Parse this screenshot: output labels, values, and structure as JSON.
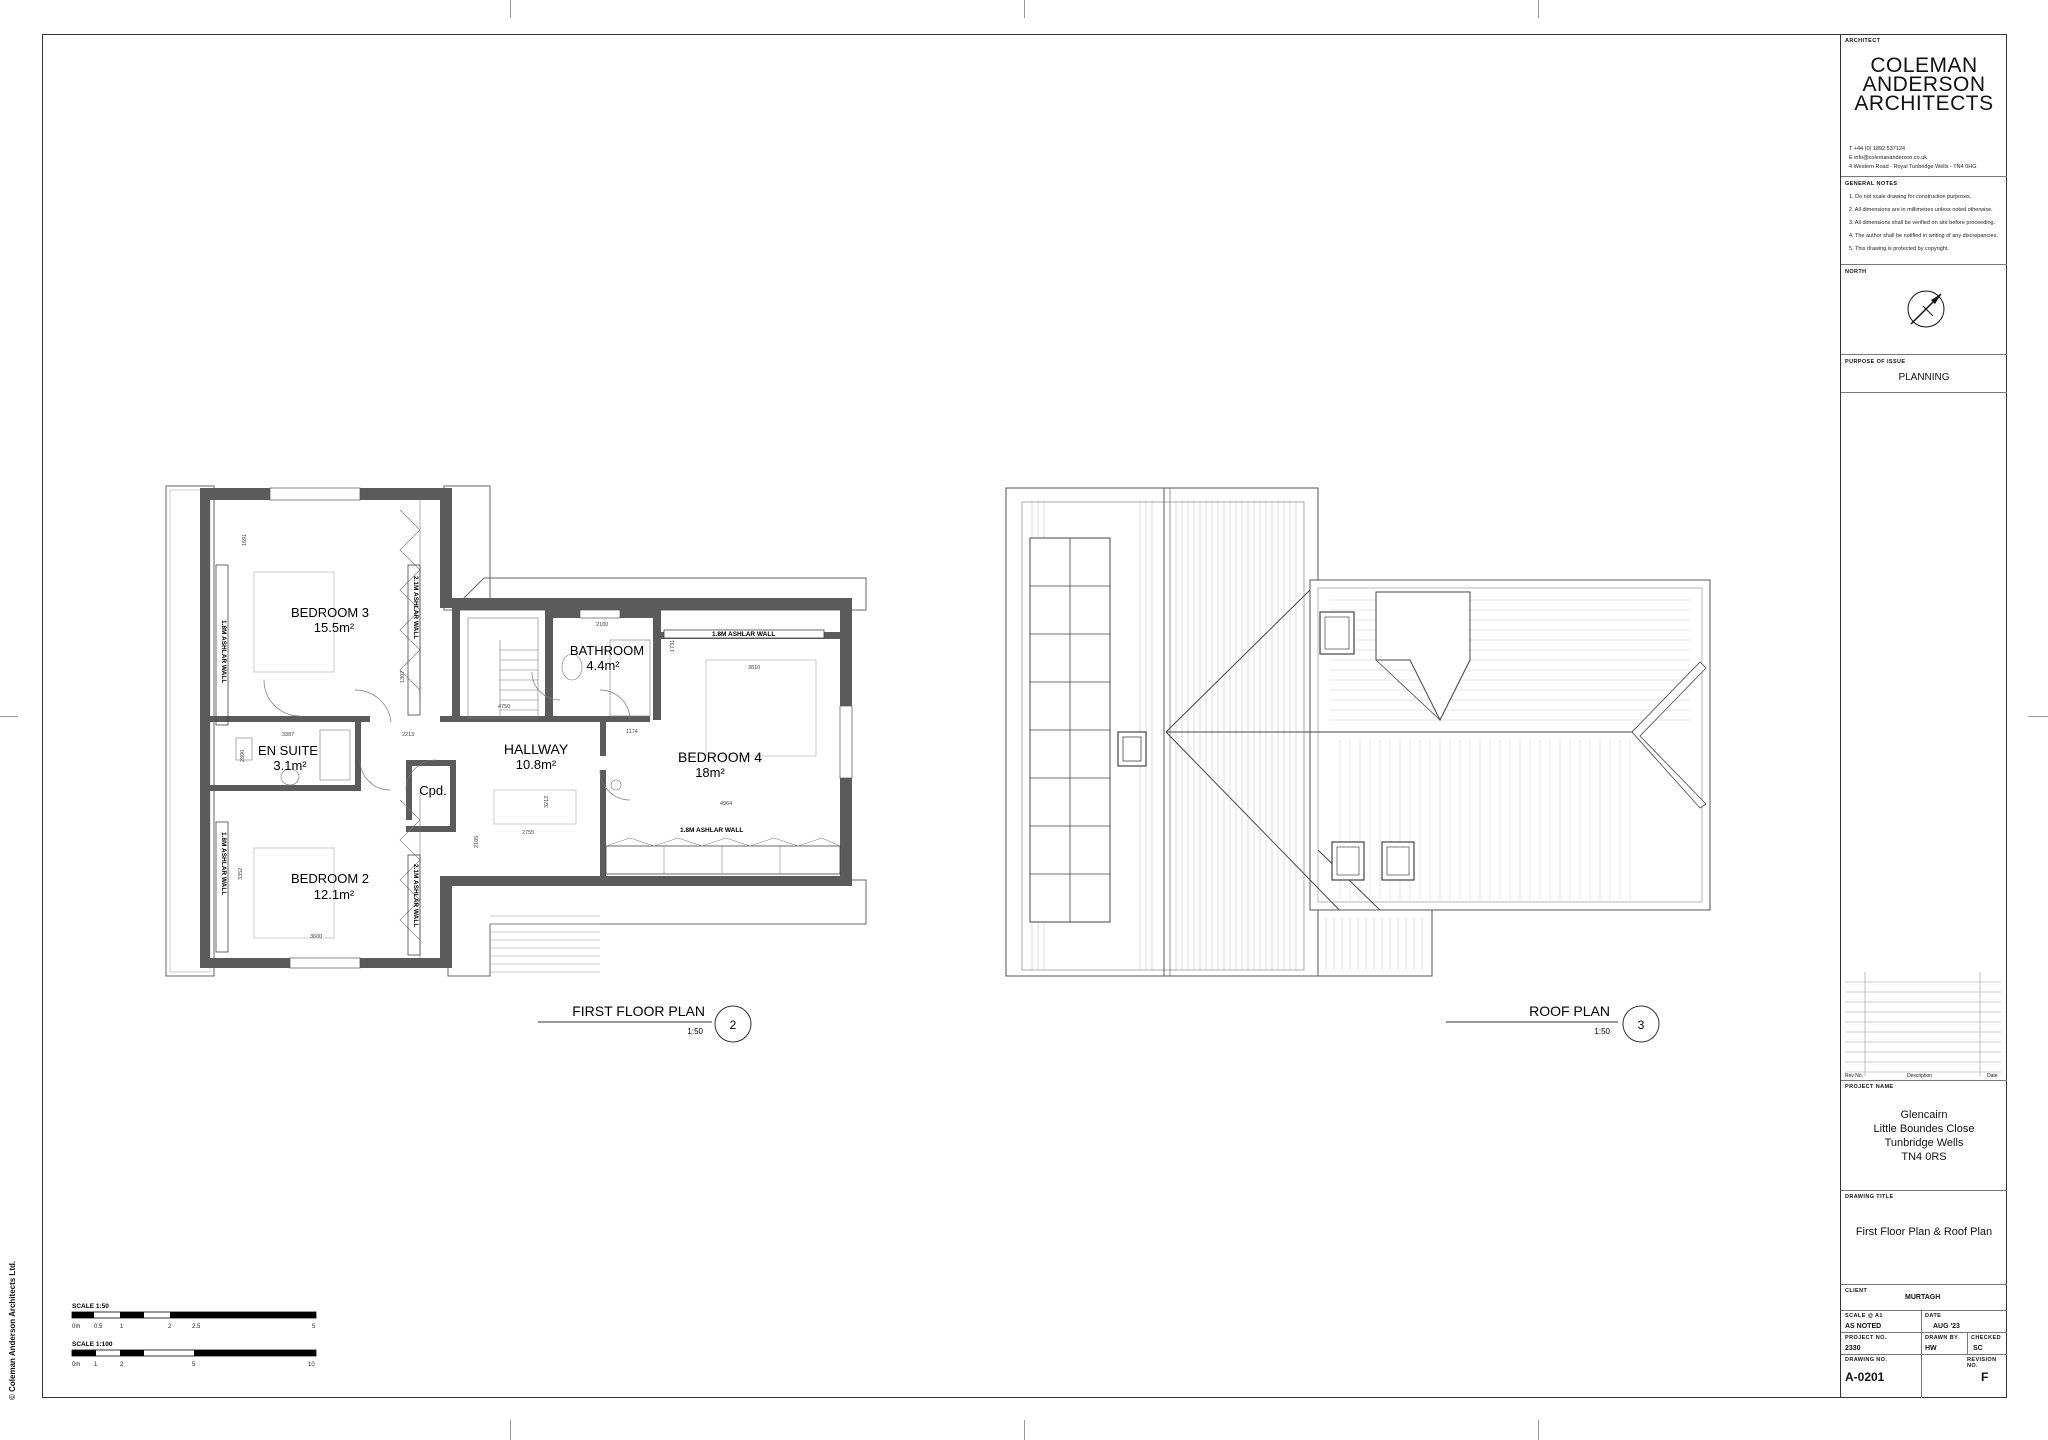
{
  "title_block": {
    "architect_label": "ARCHITECT",
    "firm_line1": "COLEMAN",
    "firm_line2": "ANDERSON",
    "firm_line3": "ARCHITECTS",
    "phone": "T +44 (0) 1892 537124",
    "email": "E info@colemananderson.co.uk",
    "address": "4 Western Road - Royal Tunbridge Wells - TN4 0HG",
    "general_notes_label": "GENERAL NOTES",
    "notes": [
      "1. Do not scale drawing for construction purposes.",
      "2. All dimensions are in millimetres unless noted otherwise.",
      "3. All dimensions shall be verified on site before proceeding.",
      "4. The author shall be notified in writing of any discrepancies.",
      "5. This drawing is protected by copyright."
    ],
    "north_label": "NORTH",
    "purpose_label": "PURPOSE OF ISSUE",
    "purpose": "PLANNING",
    "rev_headers": [
      "Rev No.",
      "Description",
      "Date"
    ],
    "project_name_label": "PROJECT NAME",
    "project_name": [
      "Glencairn",
      "Little Boundes Close",
      "Tunbridge Wells",
      "TN4 0RS"
    ],
    "drawing_title_label": "DRAWING TITLE",
    "drawing_title": "First Floor Plan & Roof Plan",
    "client_label": "CLIENT",
    "client": "MURTAGH",
    "scale_label": "SCALE @ A1",
    "scale": "AS NOTED",
    "date_label": "DATE",
    "date": "AUG '23",
    "project_no_label": "PROJECT NO.",
    "project_no": "2330",
    "drawn_by_label": "DRAWN BY",
    "drawn_by": "HW",
    "checked_label": "CHECKED",
    "checked": "SC",
    "drawing_no_label": "DRAWING NO.",
    "drawing_no": "A-0201",
    "revision_label": "REVISION NO.",
    "revision": "F"
  },
  "copyright": "© Coleman Anderson Architects Ltd.",
  "first_floor": {
    "title": "FIRST FLOOR PLAN",
    "scale": "1:50",
    "number": "2",
    "rooms": {
      "bedroom3": "BEDROOM 3",
      "bedroom3_area": "15.5m²",
      "bedroom2": "BEDROOM 2",
      "bedroom2_area": "12.1m²",
      "ensuite": "EN SUITE",
      "ensuite_area": "3.1m²",
      "hallway": "HALLWAY",
      "hallway_area": "10.8m²",
      "bathroom": "BATHROOM",
      "bathroom_area": "4.4m²",
      "bedroom4": "BEDROOM 4",
      "bedroom4_area": "18m²",
      "cpd": "Cpd."
    },
    "walls": [
      "1.8M ASHLAR WALL",
      "2.1M ASHLAR WALL"
    ],
    "dims": [
      "3387",
      "2213",
      "2100",
      "3810",
      "4750",
      "1174",
      "4964",
      "3352",
      "3600",
      "2755",
      "2105",
      "1307",
      "3212",
      "1731",
      "1691",
      "2800"
    ]
  },
  "roof": {
    "title": "ROOF PLAN",
    "scale": "1:50",
    "number": "3"
  },
  "scale_bars": {
    "s1_label": "SCALE 1:50",
    "s1_ticks": [
      "0m",
      "0.5",
      "1",
      "2",
      "2.5",
      "5"
    ],
    "s2_label": "SCALE 1:100",
    "s2_ticks": [
      "0m",
      "1",
      "2",
      "5",
      "10"
    ]
  }
}
